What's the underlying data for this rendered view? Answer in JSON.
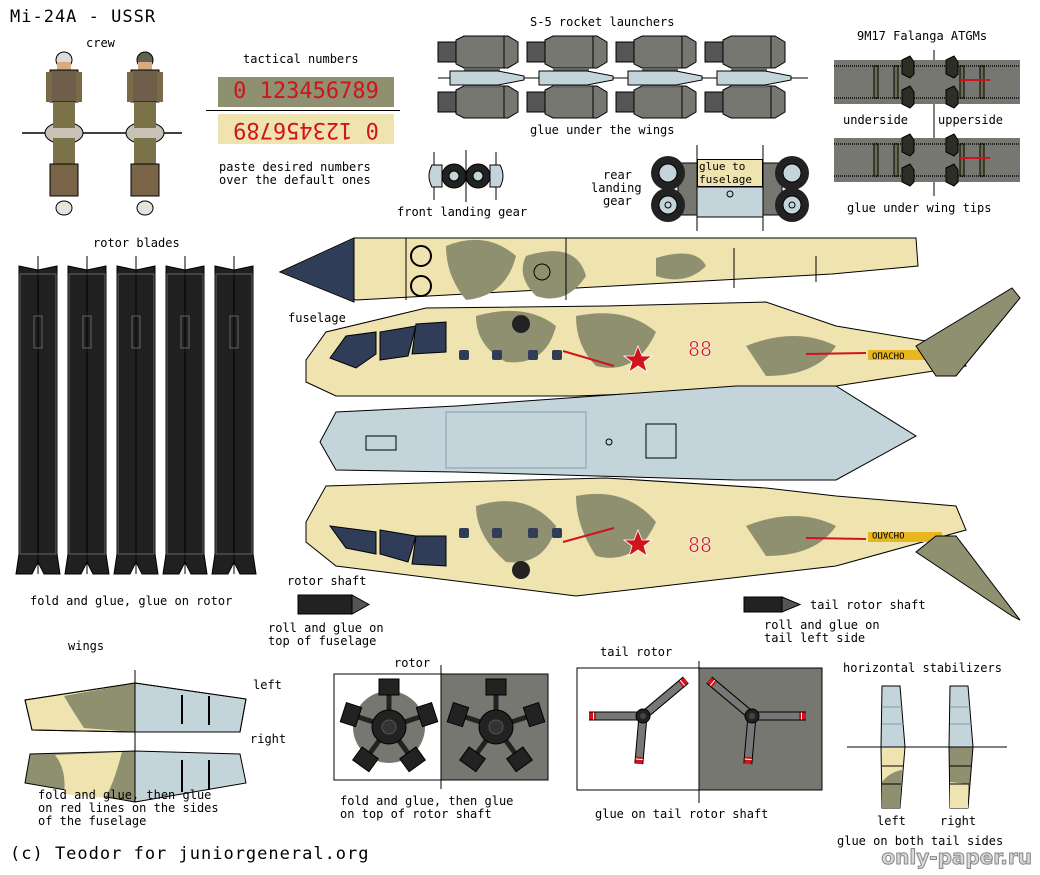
{
  "sheet": {
    "title": "Mi-24A - USSR",
    "credit": "(c) Teodor for juniorgeneral.org",
    "watermark": "only-paper.ru"
  },
  "colors": {
    "sand": "#efe3b0",
    "olive": "#8e9070",
    "light_blue": "#c3d5db",
    "canopy": "#2f3d58",
    "dark_gray": "#777771",
    "blade": "#202020",
    "red": "#d0141c",
    "warning_yellow": "#e8b620"
  },
  "crew": {
    "label": "crew"
  },
  "tactical_numbers": {
    "label": "tactical numbers",
    "digits": "0 123456789",
    "digits_mirrored": "0 123456789",
    "note_line1": "paste desired numbers",
    "note_line2": "over the default ones"
  },
  "rockets": {
    "label": "S-5 rocket launchers",
    "note": "glue under the wings"
  },
  "atgm": {
    "label": "9M17 Falanga ATGMs",
    "underside": "underside",
    "upperside": "upperside",
    "note": "glue under wing tips"
  },
  "front_gear": {
    "label": "front landing gear"
  },
  "rear_gear": {
    "label_line1": "rear",
    "label_line2": "landing",
    "label_line3": "gear",
    "glue_line1": "glue to",
    "glue_line2": "fuselage"
  },
  "rotor_blades": {
    "label": "rotor blades",
    "count": 5,
    "note": "fold and glue, glue on rotor"
  },
  "fuselage": {
    "label": "fuselage",
    "tactical_number": "88",
    "warning_text": "ОПАСНО"
  },
  "rotor_shaft": {
    "label": "rotor shaft",
    "note_line1": "roll and glue on",
    "note_line2": "top of fuselage"
  },
  "tail_rotor_shaft": {
    "label": "tail rotor shaft",
    "note_line1": "roll and glue on",
    "note_line2": "tail left side"
  },
  "wings": {
    "label": "wings",
    "left": "left",
    "right": "right",
    "note_line1": "fold and glue, then glue",
    "note_line2": "on red lines on the sides",
    "note_line3": "of the fuselage"
  },
  "rotor": {
    "label": "rotor",
    "note_line1": "fold and glue, then glue",
    "note_line2": "on top of rotor shaft"
  },
  "tail_rotor": {
    "label": "tail rotor",
    "note": "glue on tail rotor shaft"
  },
  "stabilizers": {
    "label": "horizontal stabilizers",
    "left": "left",
    "right": "right",
    "note": "glue on both tail sides"
  }
}
